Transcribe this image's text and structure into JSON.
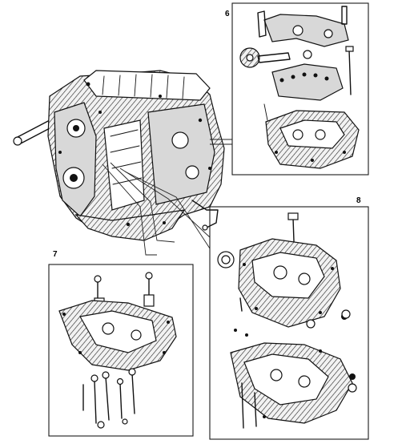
{
  "callouts": {
    "cylinder_head": "6",
    "oil_pan": "7",
    "engine_block": "8"
  },
  "colors": {
    "ink": "#111111",
    "frame": "#1a1a1a",
    "background": "#ffffff"
  }
}
